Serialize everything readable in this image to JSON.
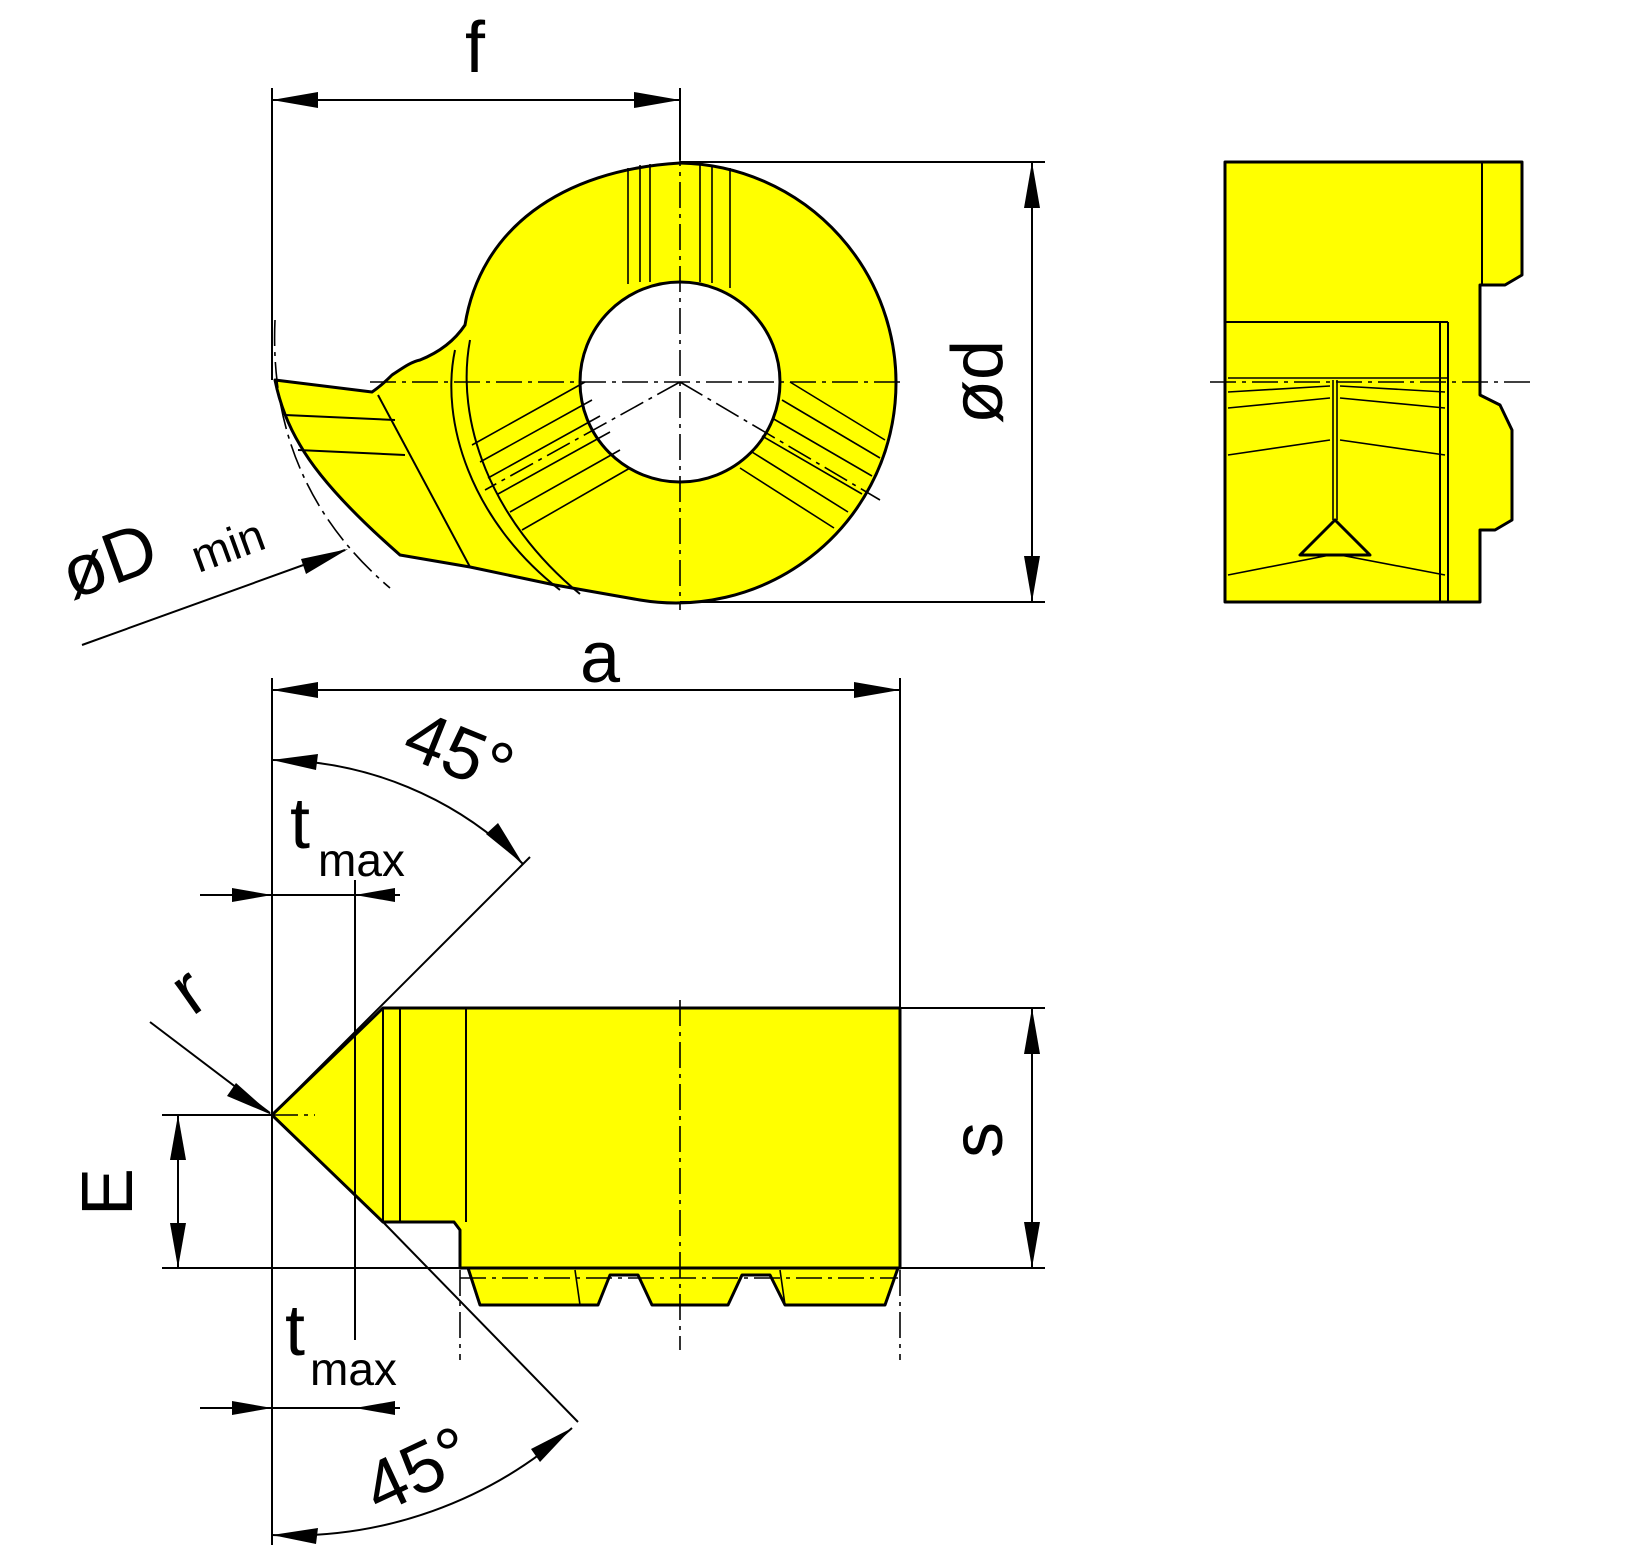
{
  "labels": {
    "f": "f",
    "d": "ød",
    "D": "øD",
    "D_sub": "min",
    "a": "a",
    "angle_top": "45°",
    "t_top": "t",
    "t_top_sub": "max",
    "r": "r",
    "E": "E",
    "s": "s",
    "t_bottom": "t",
    "t_bottom_sub": "max",
    "angle_bottom": "45°"
  },
  "colors": {
    "part_fill": "#ffff00",
    "line": "#000000",
    "background": "#ffffff"
  }
}
